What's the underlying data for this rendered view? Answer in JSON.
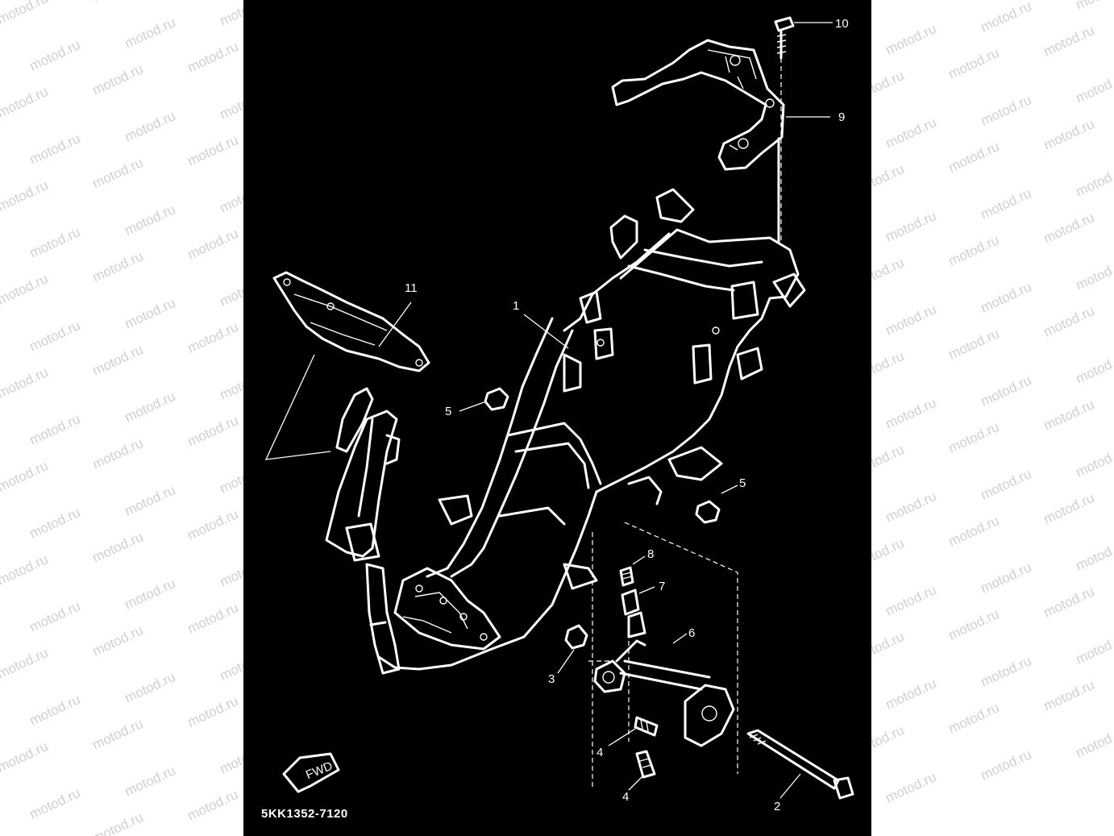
{
  "watermark": {
    "text": "motod.ru",
    "color": "#d0d0d0"
  },
  "diagram": {
    "background": "#000000",
    "line_color": "#ffffff",
    "part_number": "5KK1352-7120",
    "fwd_label": "FWD",
    "callouts": [
      {
        "id": "frame",
        "label": "1"
      },
      {
        "id": "bolt-long",
        "label": "2"
      },
      {
        "id": "nut-a",
        "label": "3"
      },
      {
        "id": "bolt-a",
        "label": "4"
      },
      {
        "id": "bolt-b",
        "label": "4"
      },
      {
        "id": "nut-b",
        "label": "5"
      },
      {
        "id": "nut-c",
        "label": "5"
      },
      {
        "id": "engine-bracket",
        "label": "6"
      },
      {
        "id": "collar",
        "label": "7"
      },
      {
        "id": "bush",
        "label": "8"
      },
      {
        "id": "rear-carrier",
        "label": "9"
      },
      {
        "id": "bolt-top",
        "label": "10"
      },
      {
        "id": "front-bracket",
        "label": "11"
      }
    ]
  }
}
